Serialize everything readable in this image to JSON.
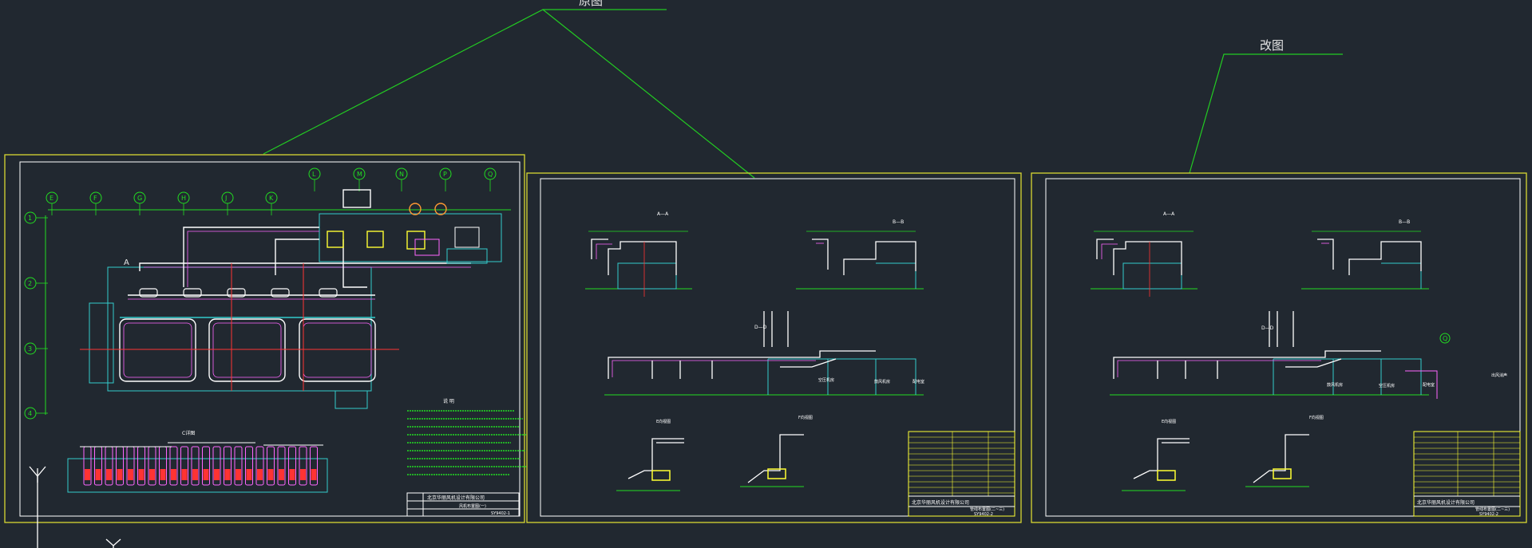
{
  "app": {
    "title": "CAD drawing viewport"
  },
  "annotations": {
    "old_label": "原图",
    "new_label": "改图"
  },
  "grid": {
    "columns": [
      "E",
      "F",
      "G",
      "H",
      "J",
      "K",
      "L",
      "M",
      "N",
      "P",
      "Q"
    ],
    "rows": [
      "1",
      "2",
      "3",
      "4"
    ]
  },
  "sheets": {
    "sheet1": {
      "plan_label": "A",
      "detail_title": "C详图",
      "notes_title": "说 明",
      "note_lines": 9,
      "titleblock_company": "北京华丽风机设计有限公司",
      "titleblock_drawing": "风机布置图(一)",
      "titleblock_number": "SY9402-1"
    },
    "sheet2": {
      "section_aa": "A—A",
      "section_bb": "B—B",
      "section_dd": "D—D",
      "detail_e": "E向视图",
      "detail_f": "F向视图",
      "room_labels": [
        "空压机房",
        "鼓风机房",
        "配电室"
      ],
      "titleblock_company": "北京华丽风机设计有限公司",
      "titleblock_drawing": "管线布置图(二~三)",
      "titleblock_number": "SY9402-2"
    },
    "sheet3": {
      "section_aa": "A—A",
      "section_bb": "B—B",
      "section_dd": "D—D",
      "detail_e": "E向视图",
      "detail_f": "F向视图",
      "grid_marker": "Q",
      "room_labels": [
        "鼓风机房",
        "空压机房",
        "配电室",
        "出风消声"
      ],
      "titleblock_company": "北京华丽风机设计有限公司",
      "titleblock_drawing": "管线布置图(二~三)",
      "titleblock_number": "SY9402-2"
    }
  },
  "ucs": {
    "axis_label": "Y"
  },
  "colors": {
    "background": "#212830",
    "frame": "#d8d832",
    "inner_border": "#ffffff",
    "leader": "#22cc22",
    "pipe": "#ff66ff",
    "dim": "#22dd22",
    "section": "#33cccc",
    "equipment": "#ffff33",
    "red": "#ff3333",
    "white": "#ffffff"
  }
}
